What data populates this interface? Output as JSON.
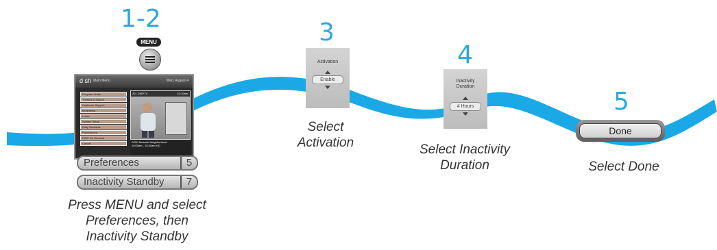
{
  "steps": [
    {
      "number": "1-2",
      "caption_lines": [
        "Press MENU and select",
        "Preferences, then",
        "Inactivity Standby"
      ]
    },
    {
      "number": "3",
      "caption_lines": [
        "Select",
        "Activation"
      ]
    },
    {
      "number": "4",
      "caption_lines": [
        "Select Inactivity",
        "Duration"
      ]
    },
    {
      "number": "5",
      "caption_lines": [
        "Select Done"
      ]
    }
  ],
  "remote": {
    "menu_label": "MENU",
    "button_icon": "hamburger-menu-icon"
  },
  "tv_screen": {
    "logo": "d sh",
    "title": "Main Menu",
    "date": "Wed, August 4",
    "menu_items": [
      "Program Guide",
      "Themes & Search",
      "Customer Support",
      "Multimedia",
      "Locks",
      "System Setup",
      "Daily Schedule",
      "Preferences",
      "DISH On Demand",
      "Cancel"
    ],
    "preview_header": "201 DISPTV",
    "preview_time": "10:10am",
    "preview_caption": [
      "DISH Network Neighborhood",
      "10:00am - 10:30am HD"
    ]
  },
  "menu_options": [
    {
      "label": "Preferences",
      "number": "5"
    },
    {
      "label": "Inactivity Standby",
      "number": "7"
    }
  ],
  "activation_panel": {
    "label": "Activation",
    "value": "Enable"
  },
  "duration_panel": {
    "label_lines": [
      "Inactivity",
      "Duration"
    ],
    "value": "4 Hours"
  },
  "done_button": {
    "label": "Done"
  },
  "colors": {
    "ribbon": "#1aa9e6",
    "step_number": "#2aa9de",
    "caption": "#333333"
  }
}
